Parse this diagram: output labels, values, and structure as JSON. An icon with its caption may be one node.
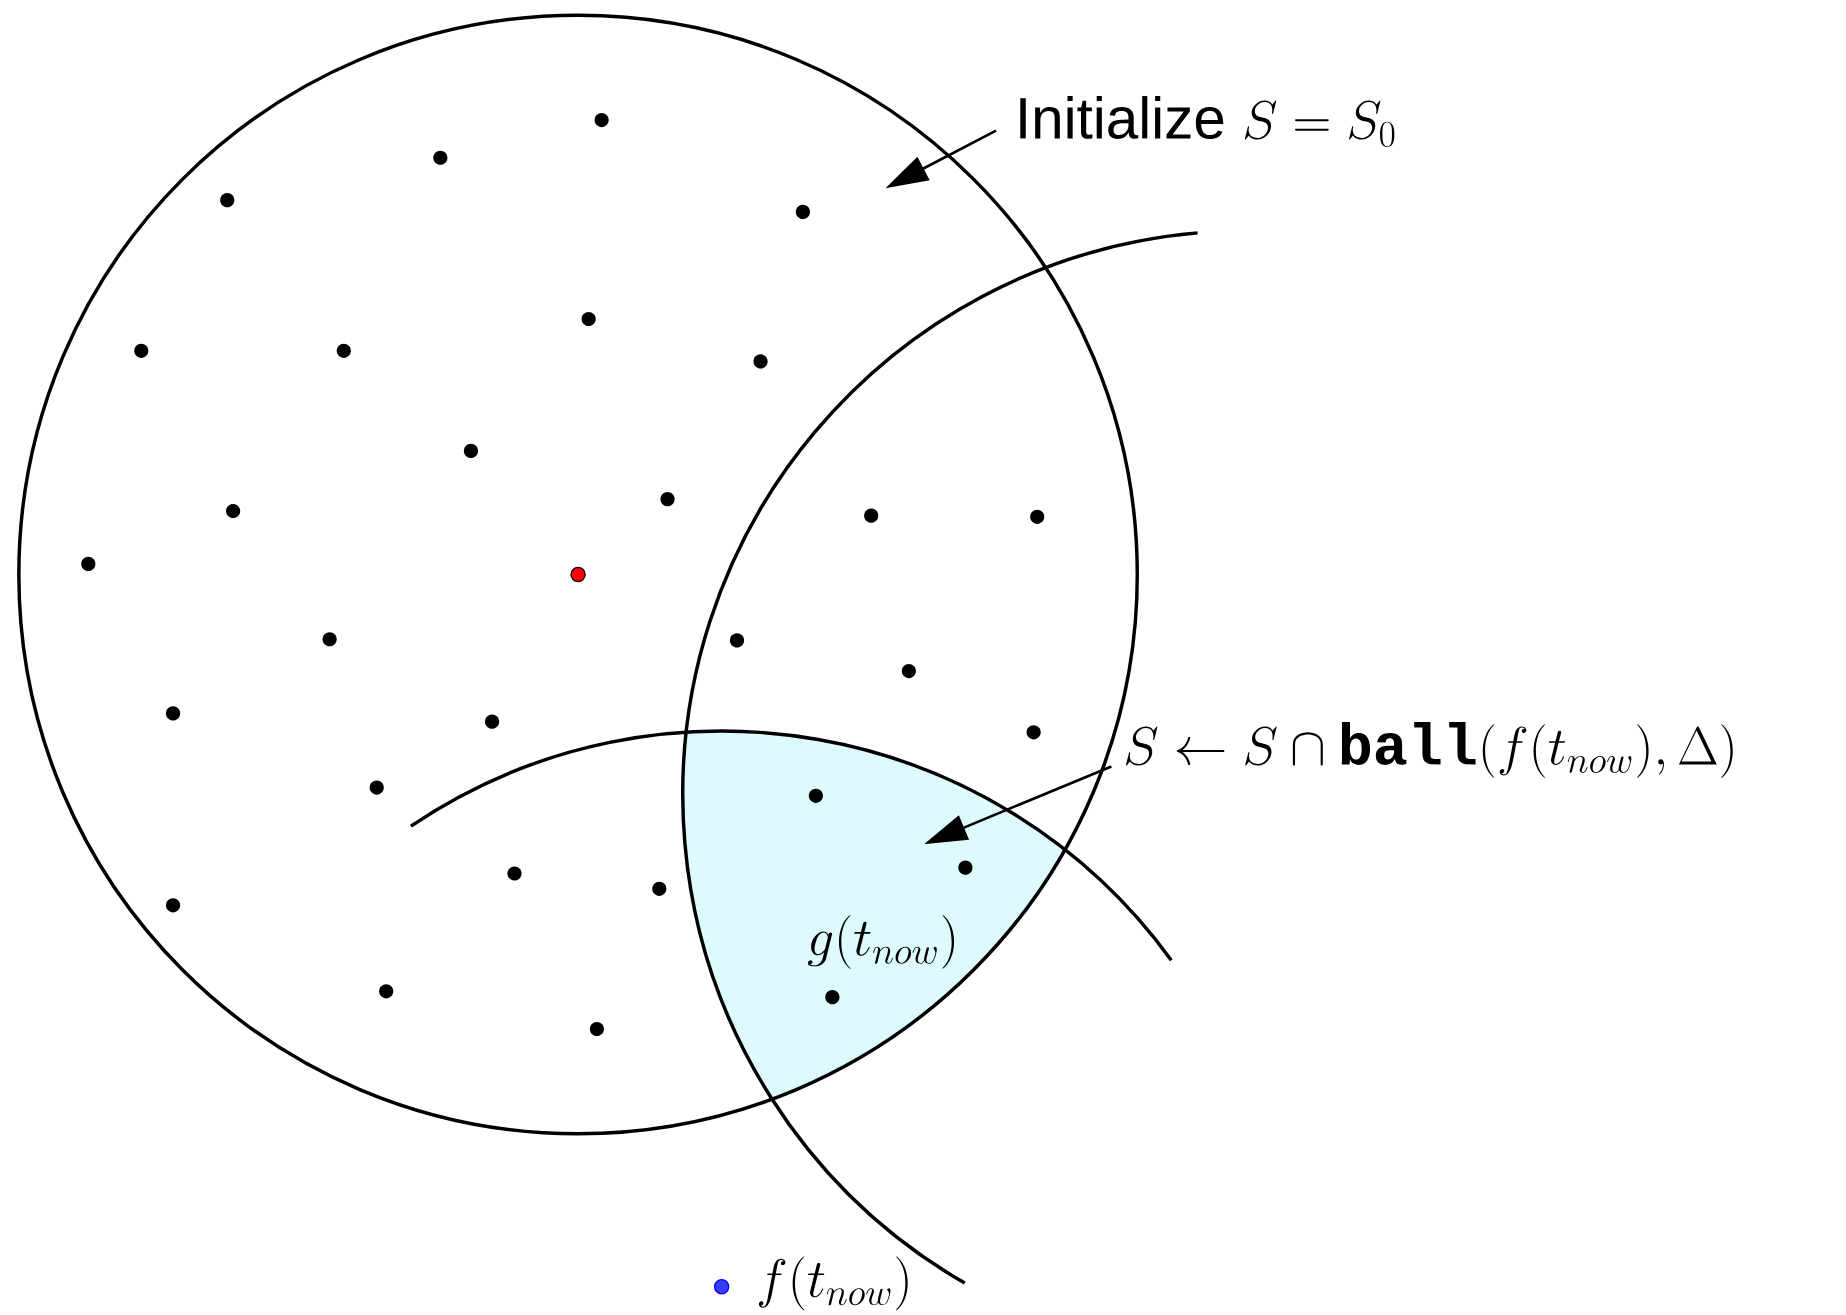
{
  "diagram": {
    "nodes": [
      {
        "text": [],
        "shape": "circle"
      },
      {
        "text": [
          "Initialize",
          "S = S_0"
        ]
      },
      {
        "text": [
          "S \\leftarrow S \\cap \\texttt{\\textbf{ball}}(f(t_{now}), \\Delta)"
        ]
      },
      {
        "text": [],
        "shape": "region",
        "in": 0
      }
    ],
    "edges": [
      {
        "from": 1,
        "to": 0,
        "arrow": "to"
      },
      {
        "from": 2,
        "to": 3,
        "arrow": "to"
      }
    ],
    "labels": [
      "g(t_{now})",
      "f(t_{now})"
    ]
  }
}
